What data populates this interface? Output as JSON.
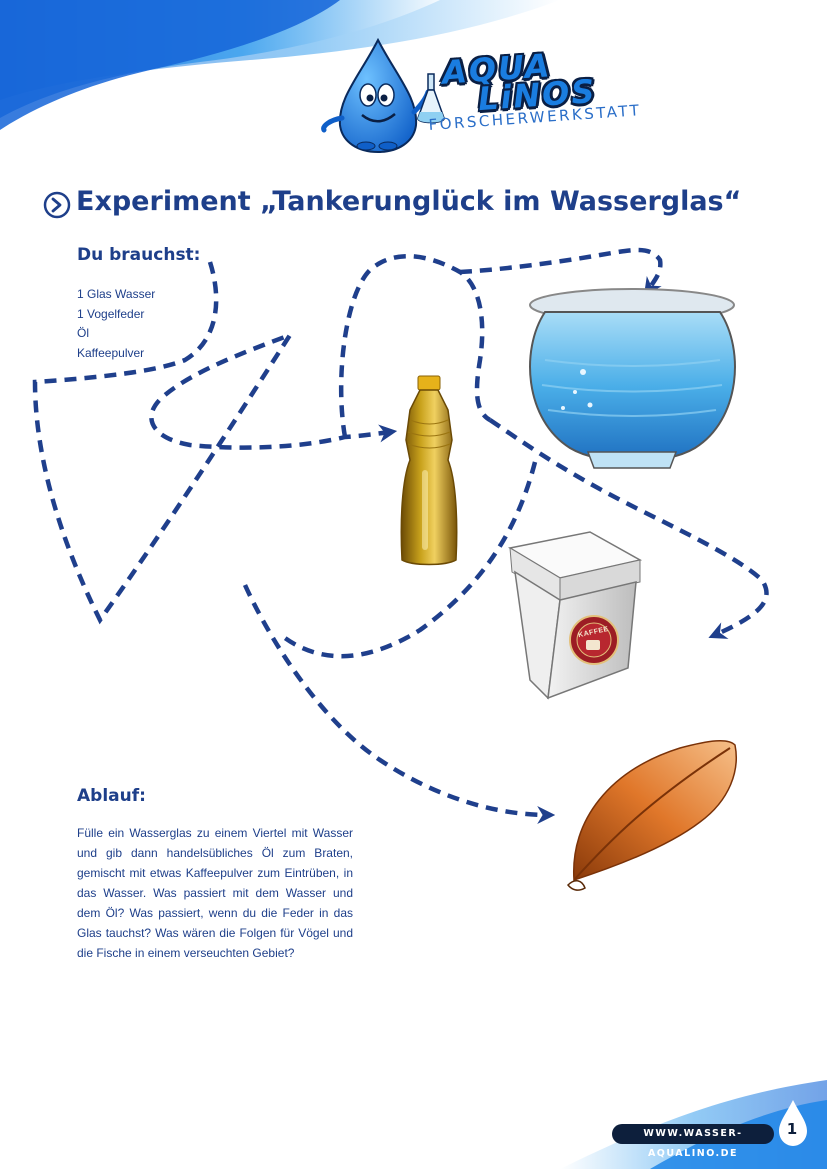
{
  "brand": {
    "logo_line1": "AQUA",
    "logo_line2": "LiNOS",
    "logo_subtitle": "FORSCHERWERKSTATT"
  },
  "title": "Experiment „Tankerunglück im Wasserglas“",
  "materials": {
    "heading": "Du brauchst:",
    "items": [
      "1 Glas Wasser",
      "1 Vogelfeder",
      "Öl",
      "Kaffeepulver"
    ]
  },
  "illustrations": {
    "coffee_label": "KAFFEE"
  },
  "procedure": {
    "heading": "Ablauf:",
    "text": "Fülle ein Wasserglas zu einem Viertel mit Wasser und gib dann handelsübliches Öl zum Braten, gemischt mit etwas Kaffeepulver zum Eintrüben, in das Wasser. Was passiert mit dem Wasser und dem Öl? Was passiert, wenn du die Feder in das Glas tauchst? Was wären die Folgen für Vögel und die Fische in einem verseuchten Gebiet?"
  },
  "footer": {
    "url": "WWW.WASSER-AQUALINO.DE",
    "page": "1"
  },
  "colors": {
    "primary": "#1e3f8a",
    "arrow": "#1f3f8c",
    "wave": "#1e88e5",
    "footer_bg": "#0d1f3c"
  }
}
